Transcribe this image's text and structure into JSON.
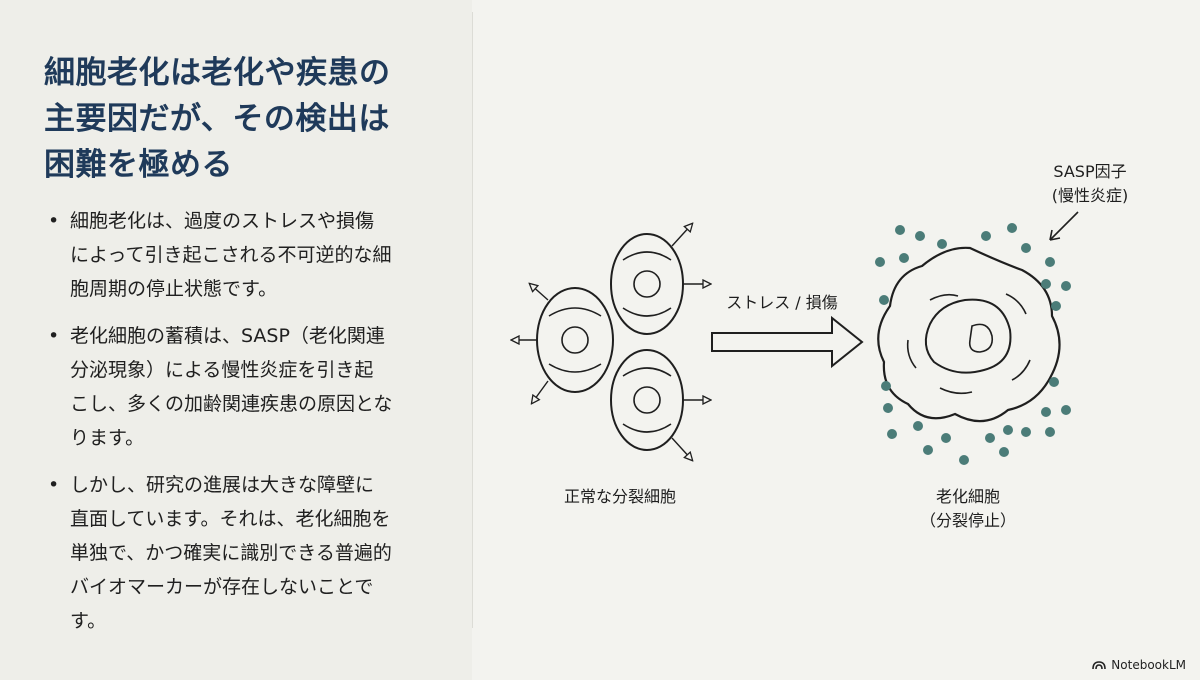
{
  "slide": {
    "title": "細胞老化は老化や疾患の主要因だが、その検出は困難を極める",
    "title_lines": [
      "細胞老化は老化や疾患の",
      "主要因だが、その検出は",
      "困難を極める"
    ],
    "bullets": [
      {
        "lines": [
          "細胞老化は、過度のストレスや損傷",
          "によって引き起こされる不可逆的な細",
          "胞周期の停止状態です。"
        ]
      },
      {
        "lines": [
          "老化細胞の蓄積は、SASP（老化関連",
          "分泌現象）による慢性炎症を引き起",
          "こし、多くの加齢関連疾患の原因とな",
          "ります。"
        ]
      },
      {
        "lines": [
          "しかし、研究の進展は大きな障壁に",
          "直面しています。それは、老化細胞を",
          "単独で、かつ確実に識別できる普遍的",
          "バイオマーカーが存在しないことで",
          "す。"
        ]
      }
    ],
    "bullet_marker": "•"
  },
  "diagram": {
    "normal_cells_label": "正常な分裂細胞",
    "arrow_label": "ストレス / 損傷",
    "senescent_label_line1": "老化細胞",
    "senescent_label_line2": "（分裂停止）",
    "sasp_label_line1": "SASP因子",
    "sasp_label_line2": "(慢性炎症)",
    "colors": {
      "line": "#1f1f1f",
      "sasp_dot": "#4b7c78",
      "title": "#1f3a5a"
    }
  },
  "brand": {
    "name": "NotebookLM",
    "icon": "notebooklm-logo-icon"
  }
}
